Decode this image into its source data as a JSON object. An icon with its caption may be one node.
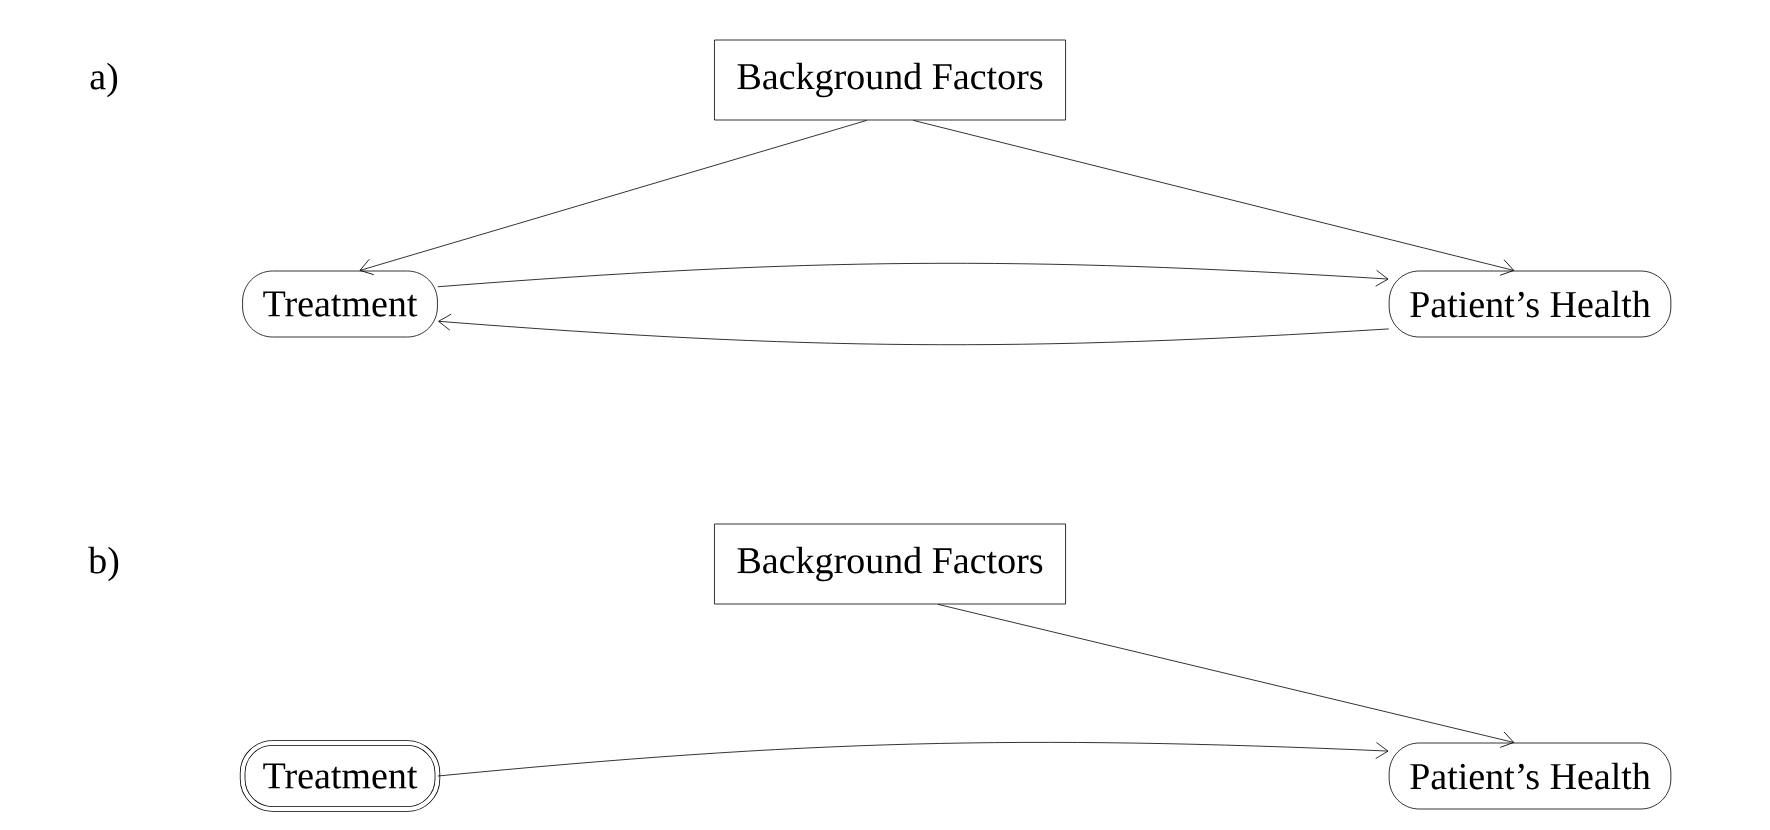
{
  "diagram": {
    "nodes": [
      {
        "text": [
          "Background Factors"
        ]
      },
      {
        "text": [
          "Treatment"
        ]
      },
      {
        "text": [
          "Patient’s Health"
        ]
      },
      {
        "text": [
          "Background Factors"
        ]
      },
      {
        "text": [
          "Treatment"
        ]
      },
      {
        "text": [
          "Patient’s Health"
        ]
      }
    ],
    "edges": [
      {
        "from": 0,
        "to": 1,
        "arrow": "to"
      },
      {
        "from": 0,
        "to": 2,
        "arrow": "to"
      },
      {
        "from": 1,
        "to": 2,
        "arrow": "to"
      },
      {
        "from": 2,
        "to": 1,
        "arrow": "to"
      },
      {
        "from": 3,
        "to": 5,
        "arrow": "to"
      },
      {
        "from": 4,
        "to": 5,
        "arrow": "to"
      }
    ],
    "labels": [
      "a)",
      "b)"
    ]
  }
}
